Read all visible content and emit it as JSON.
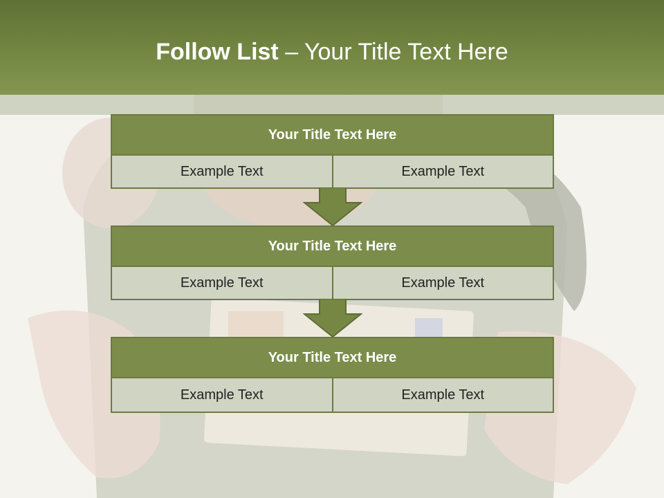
{
  "slide": {
    "title_bold": "Follow List",
    "title_rest": " – Your Title Text Here"
  },
  "steps": [
    {
      "title": "Your Title Text Here",
      "left": "Example Text",
      "right": "Example Text"
    },
    {
      "title": "Your Title Text Here",
      "left": "Example Text",
      "right": "Example Text"
    },
    {
      "title": "Your Title Text Here",
      "left": "Example Text",
      "right": "Example Text"
    }
  ],
  "colors": {
    "header": "#6f8340",
    "box_title": "#7c8d4b",
    "cell": "#d0d4c3",
    "border": "#6b7a40"
  }
}
